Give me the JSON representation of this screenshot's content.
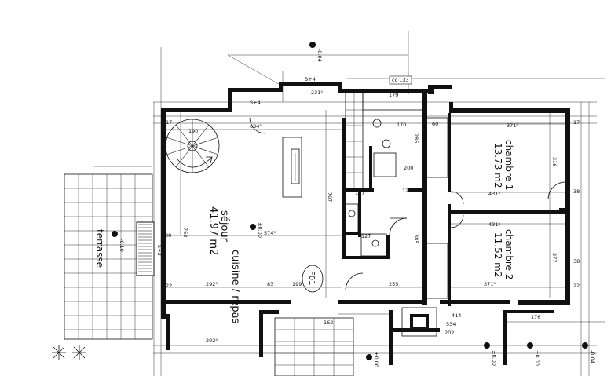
{
  "rooms": {
    "kitchen_name": "cuisine / repas",
    "kitchen_name2": "séjour",
    "kitchen_area": "41.97 m2",
    "bedroom1_name": "chambre 1",
    "bedroom1_area": "13.73 m2",
    "bedroom2_name": "chambre 2",
    "bedroom2_area": "11.52 m2",
    "terrace_name": "terrasse",
    "tag": "F01"
  },
  "levels": {
    "top": "-0.04",
    "living": "±0.00",
    "terrace": "-0.10",
    "bottom1": "±0.00",
    "bottom2": "±0.00",
    "bottom3": "±0.00",
    "right": "-0.04"
  },
  "dims": {
    "d1": "cc 133",
    "d2": "179",
    "d3": "371⁵",
    "d4": "170",
    "d5": "634⁵",
    "d6": "190",
    "d7": "574⁵",
    "d8": "431⁵",
    "d9": "431⁵",
    "d10": "371⁵",
    "d11": "292⁵",
    "d12": "83",
    "d13": "199",
    "d14": "255",
    "d15": "414",
    "d16": "176",
    "d17": "202",
    "d18": "534",
    "d19": "162",
    "d20": "292⁵",
    "d21": "763",
    "d22": "707",
    "d23": "316",
    "d24": "277",
    "d25": "120",
    "d26": "200",
    "d27": "127",
    "d28": "127",
    "d29": "385",
    "d30": "286",
    "d31": "231⁵",
    "d32": "38",
    "d33": "17",
    "d34": "22",
    "d35": "60",
    "d36": "S+4",
    "d37": "S+2",
    "d38": "S+4"
  }
}
